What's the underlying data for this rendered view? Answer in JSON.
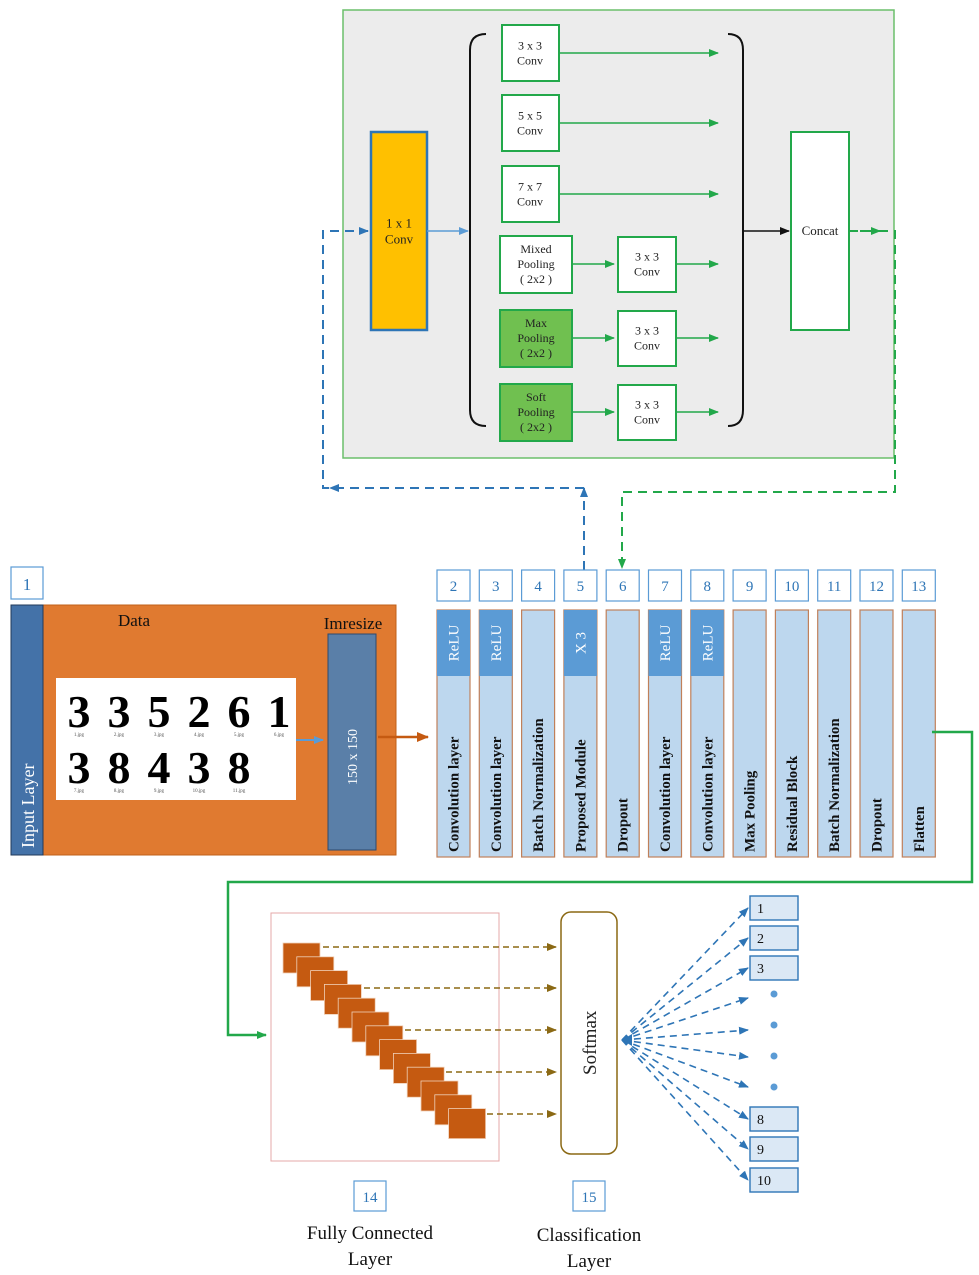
{
  "module": {
    "conv1x1": "1 x 1\nConv",
    "branches": [
      {
        "first": "3 x 3\nConv",
        "second": ""
      },
      {
        "first": "5 x 5\nConv",
        "second": ""
      },
      {
        "first": "7 x 7\nConv",
        "second": ""
      },
      {
        "first": "Mixed\nPooling\n( 2x2 )",
        "second": "3 x 3\nConv"
      },
      {
        "first": "Max\nPooling\n( 2x2 )",
        "second": "3 x 3\nConv"
      },
      {
        "first": "Soft\nPooling\n( 2x2 )",
        "second": "3 x 3\nConv"
      }
    ],
    "concat": "Concat"
  },
  "input": {
    "number": "1",
    "input_label": "Input Layer",
    "data_label": "Data",
    "imresize_label": "Imresize",
    "resize_value": "150 x 150",
    "digits_row1": [
      {
        "digit": "3",
        "file": "1.jpg"
      },
      {
        "digit": "3",
        "file": "2.jpg"
      },
      {
        "digit": "5",
        "file": "3.jpg"
      },
      {
        "digit": "2",
        "file": "4.jpg"
      },
      {
        "digit": "6",
        "file": "5.jpg"
      },
      {
        "digit": "1",
        "file": "6.jpg"
      }
    ],
    "digits_row2": [
      {
        "digit": "3",
        "file": "7.jpg"
      },
      {
        "digit": "8",
        "file": "8.jpg"
      },
      {
        "digit": "4",
        "file": "9.jpg"
      },
      {
        "digit": "3",
        "file": "10.jpg"
      },
      {
        "digit": "8",
        "file": "11.jpg"
      }
    ]
  },
  "layers": [
    {
      "num": "2",
      "label": "Convolution layer",
      "tag": "ReLU"
    },
    {
      "num": "3",
      "label": "Convolution layer",
      "tag": "ReLU"
    },
    {
      "num": "4",
      "label": "Batch Normalization",
      "tag": ""
    },
    {
      "num": "5",
      "label": "Proposed Module",
      "tag": "X 3"
    },
    {
      "num": "6",
      "label": "Dropout",
      "tag": ""
    },
    {
      "num": "7",
      "label": "Convolution layer",
      "tag": "ReLU"
    },
    {
      "num": "8",
      "label": "Convolution layer",
      "tag": "ReLU"
    },
    {
      "num": "9",
      "label": "Max Pooling",
      "tag": ""
    },
    {
      "num": "10",
      "label": "Residual Block",
      "tag": ""
    },
    {
      "num": "11",
      "label": "Batch Normalization",
      "tag": ""
    },
    {
      "num": "12",
      "label": "Dropout",
      "tag": ""
    },
    {
      "num": "13",
      "label": "Flatten",
      "tag": ""
    }
  ],
  "softmax": "Softmax",
  "outputs_top": [
    "1",
    "2",
    "3"
  ],
  "outputs_bottom": [
    "8",
    "9",
    "10"
  ],
  "fc": {
    "num": "14",
    "caption": "Fully Connected\nLayer"
  },
  "classification": {
    "num": "15",
    "caption": "Classification\nLayer"
  },
  "colors": {
    "green": "#22a84a",
    "blue": "#2e75b6",
    "orange": "#e07a30",
    "yellow": "#ffc000",
    "layer_fill": "#bdd7ee",
    "tag_fill": "#5b9bd5",
    "brown": "#c55a11"
  }
}
